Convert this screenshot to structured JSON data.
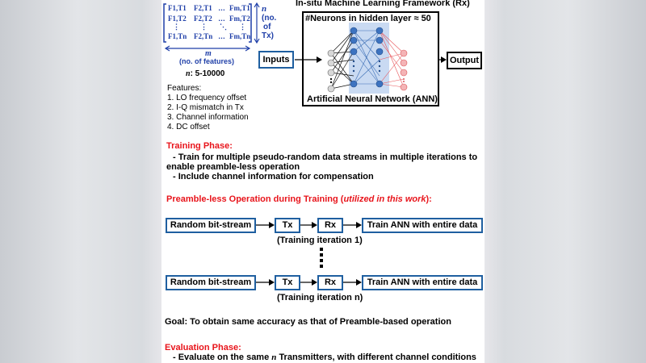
{
  "framework_title": "In-situ Machine Learning Framework (Rx)",
  "neurons_label": "#Neurons in hidden layer ≈ 50",
  "ann_label": "Artificial Neural Network (ANN)",
  "inputs_label": "Inputs",
  "output_label": "Output",
  "matrix": {
    "rows": [
      [
        "F1,T1",
        "F2,T1",
        "…",
        "Fm,T1"
      ],
      [
        "F1,T2",
        "F2,T2",
        "…",
        "Fm,T2"
      ],
      [
        "⋮",
        "⋮",
        "⋱",
        "⋮"
      ],
      [
        "F1,Tn",
        "F2,Tn",
        "…",
        "Fm,Tn"
      ]
    ],
    "n_label": "n",
    "n_desc_1": "(no.",
    "n_desc_2": "of",
    "n_desc_3": "Tx)",
    "m_label": "m",
    "m_desc": "(no. of features)",
    "n_range_var": "n",
    "n_range": ": 5-10000"
  },
  "features": {
    "title": "Features:",
    "items": [
      "1.  LO frequency offset",
      "2.  I-Q mismatch in Tx",
      "3.  Channel information",
      "4.  DC offset"
    ]
  },
  "training": {
    "heading": "Training Phase:",
    "line1": "- Train for multiple pseudo-random data streams in multiple iterations to",
    "line2": "enable preamble-less operation",
    "line3": "- Include channel information for compensation"
  },
  "preamble_heading": {
    "main": "Preamble-less Operation during Training (",
    "emph": "utilized in this work",
    "close": "):"
  },
  "flow1": {
    "steps": [
      "Random bit-stream",
      "Tx",
      "Rx",
      "Train ANN with entire data"
    ],
    "caption": "(Training iteration 1)"
  },
  "flow2": {
    "steps": [
      "Random bit-stream",
      "Tx",
      "Rx",
      "Train ANN with entire data"
    ],
    "caption": "(Training iteration n)"
  },
  "goal": "Goal: To obtain same accuracy as that of Preamble-based operation",
  "evaluation": {
    "heading": "Evaluation Phase:",
    "line_pre": "- Evaluate on the same ",
    "line_var": "n",
    "line_post": " Transmitters, with different channel conditions"
  },
  "colors": {
    "accent_red": "#e8141b",
    "box_border": "#1f5fa0",
    "matrix_blue": "#1f3fa8"
  }
}
